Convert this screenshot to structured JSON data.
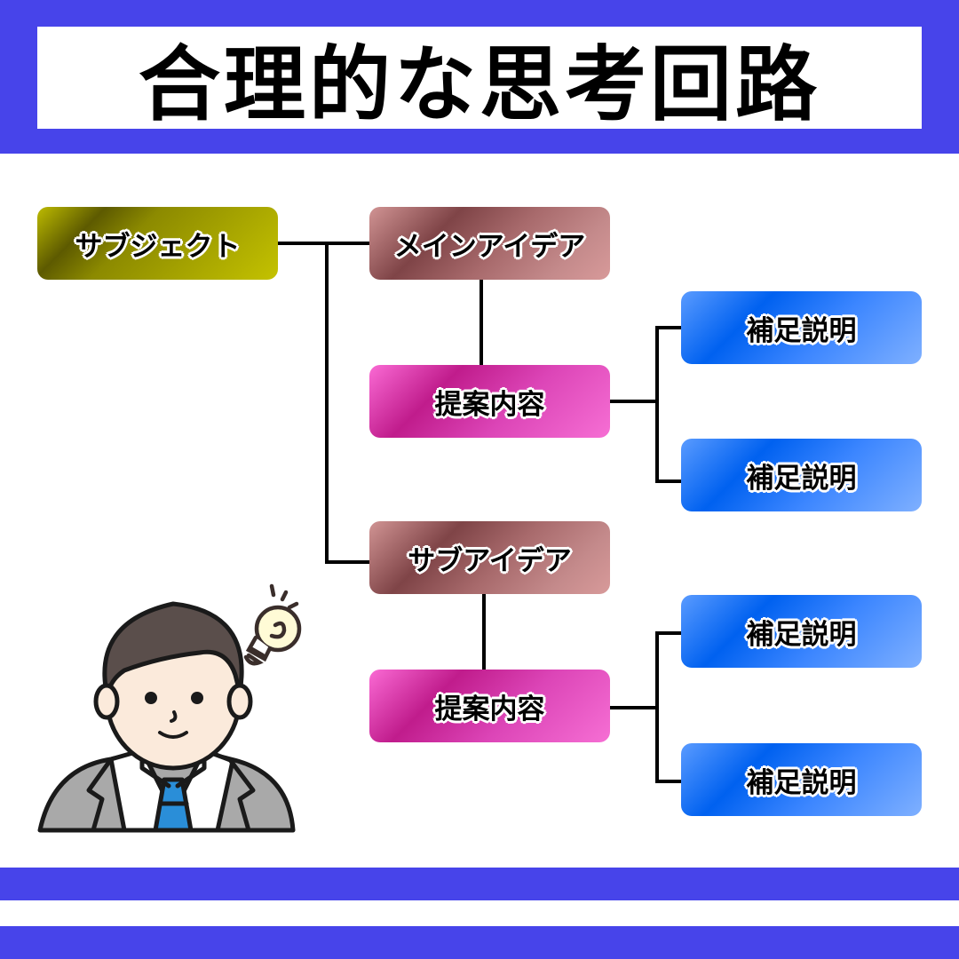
{
  "header": {
    "title": "合理的な思考回路"
  },
  "diagram": {
    "subject": "サブジェクト",
    "main_idea": "メインアイデア",
    "sub_idea": "サブアイデア",
    "proposals": [
      "提案内容",
      "提案内容"
    ],
    "supplements": [
      "補足説明",
      "補足説明",
      "補足説明",
      "補足説明"
    ]
  },
  "colors": {
    "brand": "#4744ea",
    "olive": "#a8a600",
    "rose": "#a86a6c",
    "pink": "#dc45b7",
    "blue": "#3c86ff"
  }
}
